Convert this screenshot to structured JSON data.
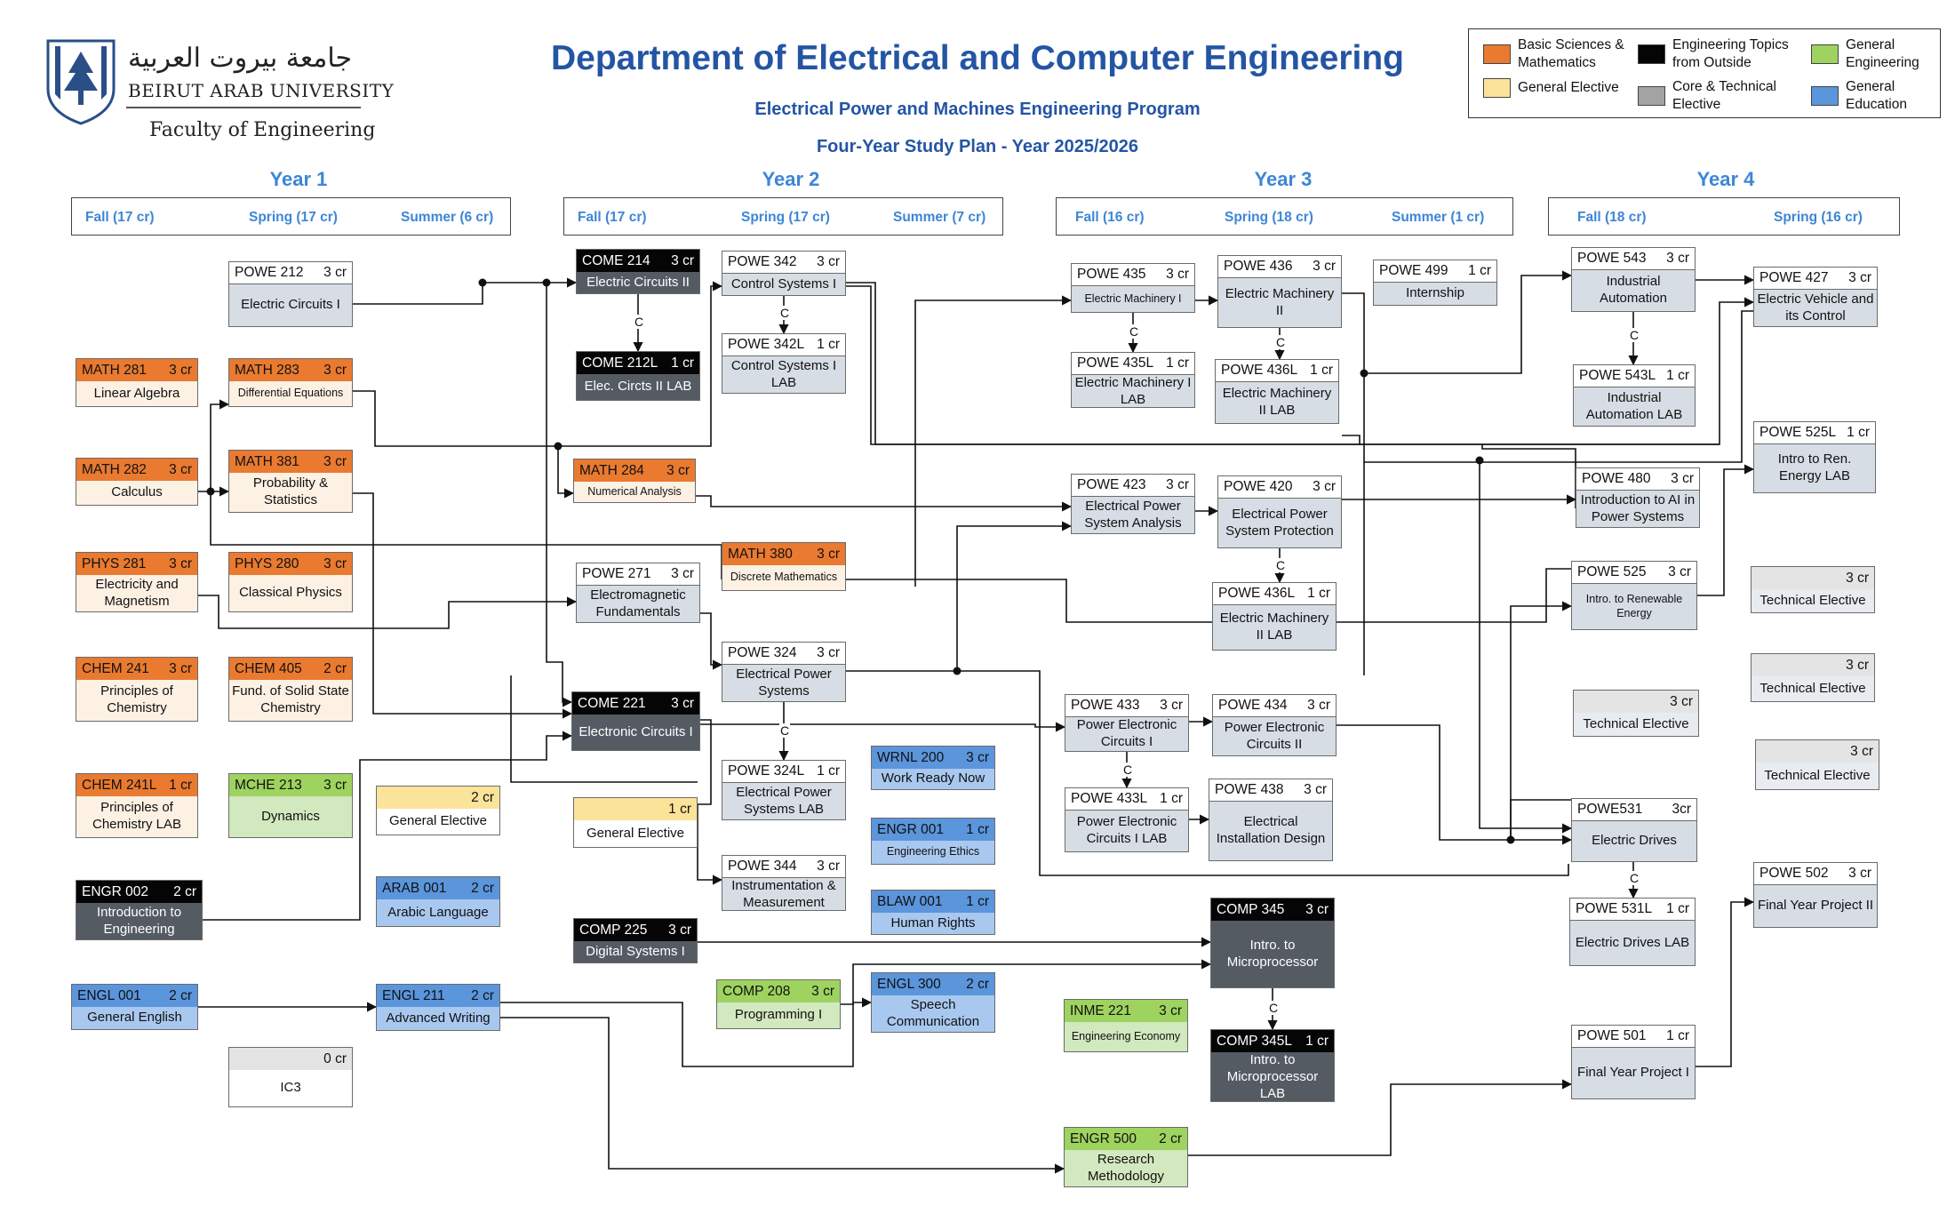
{
  "header": {
    "university_ar": "جامعة بيروت العربية",
    "university_en": "BEIRUT ARAB UNIVERSITY",
    "faculty": "Faculty of Engineering",
    "title": "Department of Electrical and Computer Engineering",
    "program": "Electrical Power and Machines Engineering Program",
    "plan": "Four-Year Study Plan - Year 2025/2026"
  },
  "legend": [
    {
      "label": "Basic Sciences & Mathematics",
      "color": "#e97a30"
    },
    {
      "label": "Engineering Topics from Outside",
      "color": "#050505"
    },
    {
      "label": "General Engineering",
      "color": "#9ed35f"
    },
    {
      "label": "General Elective",
      "color": "#fce39a"
    },
    {
      "label": "Core & Technical Elective",
      "color": "#a3a3a3"
    },
    {
      "label": "General Education",
      "color": "#5b95dc"
    }
  ],
  "years": [
    {
      "label": "Year 1",
      "semesters": [
        "Fall (17 cr)",
        "Spring (17 cr)",
        "Summer (6 cr)"
      ]
    },
    {
      "label": "Year 2",
      "semesters": [
        "Fall (17 cr)",
        "Spring (17 cr)",
        "Summer (7 cr)"
      ]
    },
    {
      "label": "Year 3",
      "semesters": [
        "Fall (16 cr)",
        "Spring (18 cr)",
        "Summer (1 cr)"
      ]
    },
    {
      "label": "Year 4",
      "semesters": [
        "Fall (18 cr)",
        "Spring (16 cr)"
      ]
    }
  ],
  "corequisite_marker": "C",
  "courses": [
    {
      "id": "powe212",
      "code": "POWE 212",
      "cr": "3 cr",
      "title": "Electric Circuits I",
      "cat": "core"
    },
    {
      "id": "math281",
      "code": "MATH 281",
      "cr": "3 cr",
      "title": "Linear Algebra",
      "cat": "math"
    },
    {
      "id": "math283",
      "code": "MATH 283",
      "cr": "3 cr",
      "title": "Differential Equations",
      "cat": "math"
    },
    {
      "id": "math282",
      "code": "MATH 282",
      "cr": "3 cr",
      "title": "Calculus",
      "cat": "math"
    },
    {
      "id": "math381",
      "code": "MATH 381",
      "cr": "3 cr",
      "title": "Probability & Statistics",
      "cat": "math"
    },
    {
      "id": "phys281",
      "code": "PHYS 281",
      "cr": "3 cr",
      "title": "Electricity and Magnetism",
      "cat": "math"
    },
    {
      "id": "phys280",
      "code": "PHYS 280",
      "cr": "3 cr",
      "title": "Classical Physics",
      "cat": "math"
    },
    {
      "id": "chem241",
      "code": "CHEM 241",
      "cr": "3 cr",
      "title": "Principles of Chemistry",
      "cat": "math"
    },
    {
      "id": "chem405",
      "code": "CHEM 405",
      "cr": "2 cr",
      "title": "Fund. of Solid State Chemistry",
      "cat": "math"
    },
    {
      "id": "chem241l",
      "code": "CHEM 241L",
      "cr": "1 cr",
      "title": "Principles of Chemistry LAB",
      "cat": "math"
    },
    {
      "id": "mche213",
      "code": "MCHE 213",
      "cr": "3 cr",
      "title": "Dynamics",
      "cat": "gen"
    },
    {
      "id": "engr002",
      "code": "ENGR 002",
      "cr": "2 cr",
      "title": "Introduction to Engineering",
      "cat": "outside"
    },
    {
      "id": "engl001",
      "code": "ENGL 001",
      "cr": "2 cr",
      "title": "General English",
      "cat": "gened"
    },
    {
      "id": "ic3",
      "code": "",
      "cr": "0 cr",
      "title": "IC3",
      "cat": "plain"
    },
    {
      "id": "genelec1",
      "code": "",
      "cr": "2 cr",
      "title": "General Elective",
      "cat": "elec"
    },
    {
      "id": "arab001",
      "code": "ARAB 001",
      "cr": "2 cr",
      "title": "Arabic Language",
      "cat": "gened"
    },
    {
      "id": "engl211",
      "code": "ENGL 211",
      "cr": "2 cr",
      "title": "Advanced Writing",
      "cat": "gened"
    },
    {
      "id": "come214",
      "code": "COME 214",
      "cr": "3 cr",
      "title": "Electric Circuits II",
      "cat": "outside"
    },
    {
      "id": "come212l",
      "code": "COME 212L",
      "cr": "1 cr",
      "title": "Elec. Circts II LAB",
      "cat": "outside"
    },
    {
      "id": "math284",
      "code": "MATH 284",
      "cr": "3 cr",
      "title": "Numerical Analysis",
      "cat": "math"
    },
    {
      "id": "powe271",
      "code": "POWE 271",
      "cr": "3 cr",
      "title": "Electromagnetic Fundamentals",
      "cat": "core"
    },
    {
      "id": "come221",
      "code": "COME 221",
      "cr": "3 cr",
      "title": "Electronic Circuits I",
      "cat": "outside"
    },
    {
      "id": "genelec2",
      "code": "",
      "cr": "1 cr",
      "title": "General Elective",
      "cat": "elec"
    },
    {
      "id": "comp225",
      "code": "COMP 225",
      "cr": "3 cr",
      "title": "Digital Systems I",
      "cat": "outside"
    },
    {
      "id": "powe342",
      "code": "POWE 342",
      "cr": "3 cr",
      "title": "Control Systems I",
      "cat": "core"
    },
    {
      "id": "powe342l",
      "code": "POWE 342L",
      "cr": "1 cr",
      "title": "Control Systems I LAB",
      "cat": "core"
    },
    {
      "id": "math380",
      "code": "MATH 380",
      "cr": "3 cr",
      "title": "Discrete Mathematics",
      "cat": "math"
    },
    {
      "id": "powe324",
      "code": "POWE 324",
      "cr": "3 cr",
      "title": "Electrical Power Systems",
      "cat": "core"
    },
    {
      "id": "powe324l",
      "code": "POWE 324L",
      "cr": "1 cr",
      "title": "Electrical Power Systems LAB",
      "cat": "core"
    },
    {
      "id": "powe344",
      "code": "POWE 344",
      "cr": "3 cr",
      "title": "Instrumentation & Measurement",
      "cat": "core"
    },
    {
      "id": "comp208",
      "code": "COMP 208",
      "cr": "3 cr",
      "title": "Programming I",
      "cat": "gen"
    },
    {
      "id": "wrnl200",
      "code": "WRNL 200",
      "cr": "3 cr",
      "title": "Work Ready Now",
      "cat": "gened"
    },
    {
      "id": "engr001",
      "code": "ENGR 001",
      "cr": "1 cr",
      "title": "Engineering Ethics",
      "cat": "gened"
    },
    {
      "id": "blaw001",
      "code": "BLAW 001",
      "cr": "1 cr",
      "title": "Human Rights",
      "cat": "gened"
    },
    {
      "id": "engl300",
      "code": "ENGL 300",
      "cr": "2 cr",
      "title": "Speech Communication",
      "cat": "gened"
    },
    {
      "id": "powe435",
      "code": "POWE 435",
      "cr": "3 cr",
      "title": "Electric Machinery I",
      "cat": "core"
    },
    {
      "id": "powe435l",
      "code": "POWE 435L",
      "cr": "1 cr",
      "title": "Electric Machinery I LAB",
      "cat": "core"
    },
    {
      "id": "powe423",
      "code": "POWE 423",
      "cr": "3 cr",
      "title": "Electrical Power System Analysis",
      "cat": "core"
    },
    {
      "id": "powe433",
      "code": "POWE 433",
      "cr": "3 cr",
      "title": "Power Electronic Circuits I",
      "cat": "core"
    },
    {
      "id": "powe433l",
      "code": "POWE 433L",
      "cr": "1 cr",
      "title": "Power Electronic Circuits I LAB",
      "cat": "core"
    },
    {
      "id": "inme221",
      "code": "INME 221",
      "cr": "3 cr",
      "title": "Engineering Economy",
      "cat": "gen"
    },
    {
      "id": "engr500",
      "code": "ENGR 500",
      "cr": "2 cr",
      "title": "Research Methodology",
      "cat": "gen"
    },
    {
      "id": "powe436",
      "code": "POWE 436",
      "cr": "3 cr",
      "title": "Electric Machinery II",
      "cat": "core"
    },
    {
      "id": "powe436l",
      "code": "POWE 436L",
      "cr": "1 cr",
      "title": "Electric Machinery II LAB",
      "cat": "core"
    },
    {
      "id": "powe420",
      "code": "POWE 420",
      "cr": "3 cr",
      "title": "Electrical Power System Protection",
      "cat": "core"
    },
    {
      "id": "powe436lb",
      "code": "POWE 436L",
      "cr": "1 cr",
      "title": "Electric Machinery II LAB",
      "cat": "core"
    },
    {
      "id": "powe434",
      "code": "POWE 434",
      "cr": "3 cr",
      "title": "Power Electronic Circuits II",
      "cat": "core"
    },
    {
      "id": "powe438",
      "code": "POWE 438",
      "cr": "3 cr",
      "title": "Electrical Installation Design",
      "cat": "core"
    },
    {
      "id": "comp345",
      "code": "COMP 345",
      "cr": "3 cr",
      "title": "Intro. to Microprocessor",
      "cat": "outside"
    },
    {
      "id": "comp345l",
      "code": "COMP 345L",
      "cr": "1 cr",
      "title": "Intro. to Microprocessor LAB",
      "cat": "outside"
    },
    {
      "id": "powe499",
      "code": "POWE 499",
      "cr": "1 cr",
      "title": "Internship",
      "cat": "core"
    },
    {
      "id": "powe543",
      "code": "POWE 543",
      "cr": "3 cr",
      "title": "Industrial Automation",
      "cat": "core"
    },
    {
      "id": "powe543l",
      "code": "POWE 543L",
      "cr": "1 cr",
      "title": "Industrial Automation LAB",
      "cat": "core"
    },
    {
      "id": "powe480",
      "code": "POWE 480",
      "cr": "3 cr",
      "title": "Introduction to AI in Power Systems",
      "cat": "core"
    },
    {
      "id": "powe525",
      "code": "POWE 525",
      "cr": "3 cr",
      "title": "Intro. to Renewable Energy",
      "cat": "core"
    },
    {
      "id": "tech1",
      "code": "",
      "cr": "3 cr",
      "title": "Technical Elective",
      "cat": "tech"
    },
    {
      "id": "powe531",
      "code": "POWE531",
      "cr": "3cr",
      "title": "Electric Drives",
      "cat": "core"
    },
    {
      "id": "powe531l",
      "code": "POWE 531L",
      "cr": "1 cr",
      "title": "Electric Drives LAB",
      "cat": "core"
    },
    {
      "id": "powe501",
      "code": "POWE 501",
      "cr": "1 cr",
      "title": "Final Year Project I",
      "cat": "core"
    },
    {
      "id": "powe427",
      "code": "POWE 427",
      "cr": "3 cr",
      "title": "Electric Vehicle and its Control",
      "cat": "core"
    },
    {
      "id": "powe525l",
      "code": "POWE 525L",
      "cr": "1 cr",
      "title": "Intro to Ren. Energy LAB",
      "cat": "core"
    },
    {
      "id": "tech2",
      "code": "",
      "cr": "3 cr",
      "title": "Technical Elective",
      "cat": "tech"
    },
    {
      "id": "tech3",
      "code": "",
      "cr": "3 cr",
      "title": "Technical Elective",
      "cat": "tech"
    },
    {
      "id": "tech4",
      "code": "",
      "cr": "3 cr",
      "title": "Technical Elective",
      "cat": "tech"
    },
    {
      "id": "powe502",
      "code": "POWE 502",
      "cr": "3 cr",
      "title": "Final Year Project II",
      "cat": "core"
    }
  ]
}
